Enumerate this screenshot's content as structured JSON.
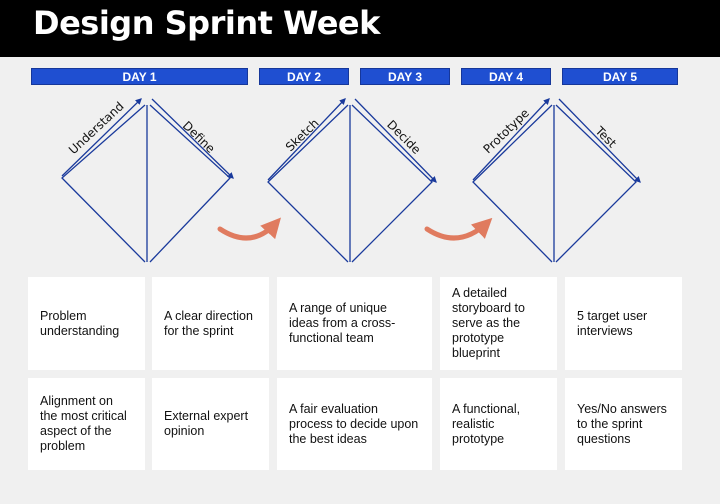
{
  "header": {
    "title": "Design Sprint Week"
  },
  "days": [
    {
      "label": "DAY 1"
    },
    {
      "label": "DAY 2"
    },
    {
      "label": "DAY 3"
    },
    {
      "label": "DAY 4"
    },
    {
      "label": "DAY 5"
    }
  ],
  "phases": [
    {
      "label": "Understand"
    },
    {
      "label": "Define"
    },
    {
      "label": "Sketch"
    },
    {
      "label": "Decide"
    },
    {
      "label": "Prototype"
    },
    {
      "label": "Test"
    }
  ],
  "colors": {
    "header_bg": "#000000",
    "day_bar": "#1f4fd1",
    "diamond_line": "#1a3a9c",
    "transition_arrow": "#e07b5f",
    "card_bg": "#ffffff",
    "page_bg": "#f0f0f0"
  },
  "outcomes_row1": [
    {
      "text": "Problem understanding"
    },
    {
      "text": "A clear direction for the sprint"
    },
    {
      "text": "A range of unique ideas from a cross-functional team"
    },
    {
      "text": "A detailed storyboard to serve as the prototype blueprint"
    },
    {
      "text": "5 target user interviews"
    }
  ],
  "outcomes_row2": [
    {
      "text": "Alignment on the most critical aspect of the problem"
    },
    {
      "text": "External expert opinion"
    },
    {
      "text": "A fair evaluation process to decide upon the best ideas"
    },
    {
      "text": "A functional, realistic prototype"
    },
    {
      "text": "Yes/No answers to the sprint questions"
    }
  ]
}
